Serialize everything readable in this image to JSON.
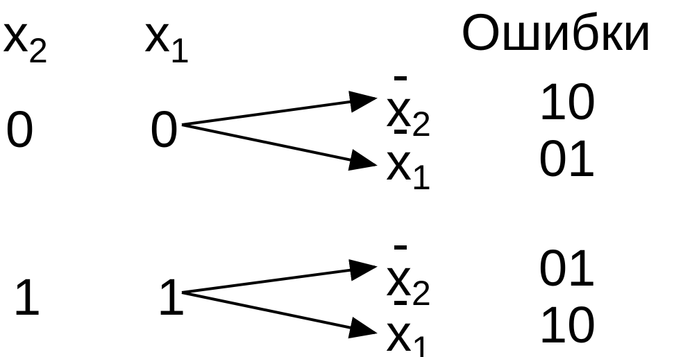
{
  "header": {
    "x2_base": "x",
    "x2_sub": "2",
    "x1_base": "x",
    "x1_sub": "1",
    "errors_title": "Ошибки"
  },
  "rows": [
    {
      "x2_value": "0",
      "x1_value": "0",
      "outputs": [
        {
          "base": "x",
          "sub": "2",
          "error": "10"
        },
        {
          "base": "x",
          "sub": "1",
          "error": "01"
        }
      ]
    },
    {
      "x2_value": "1",
      "x1_value": "1",
      "outputs": [
        {
          "base": "x",
          "sub": "2",
          "error": "01"
        },
        {
          "base": "x",
          "sub": "1",
          "error": "10"
        }
      ]
    }
  ],
  "colors": {
    "ink": "#000000",
    "background": "#ffffff"
  }
}
